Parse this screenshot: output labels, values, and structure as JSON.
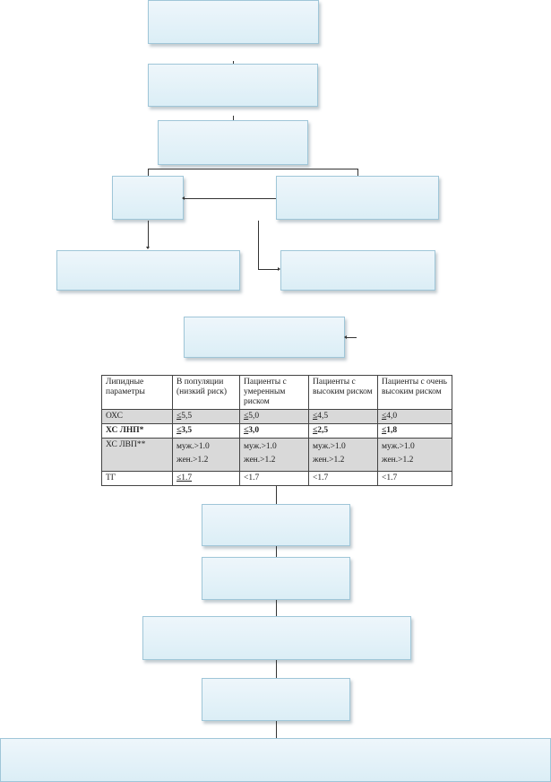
{
  "table": {
    "headers": [
      "Липидные параметры",
      "В популяции (низкий риск)",
      "Пациенты с умеренным риском",
      "Пациенты с высоким риском",
      "Пациенты с очень высоким риском"
    ],
    "rows": [
      {
        "label": "ОХС",
        "values": [
          "5,5",
          "5,0",
          "4,5",
          "4,0"
        ],
        "prefix": "≤",
        "shaded": true,
        "bold": false
      },
      {
        "label": "ХС ЛНП*",
        "values": [
          "3,5",
          "3,0",
          "2,5",
          "1,8"
        ],
        "prefix": "≤",
        "shaded": false,
        "bold": true
      },
      {
        "label": "ХС ЛВП**",
        "values_male": "муж.>1.0",
        "values_female": "жен.>1.2",
        "shaded": true,
        "bold": false
      },
      {
        "label": "ТГ",
        "values": [
          "≤1.7",
          "<1.7",
          "<1.7",
          "<1.7"
        ],
        "shaded": false,
        "bold": false
      }
    ]
  }
}
